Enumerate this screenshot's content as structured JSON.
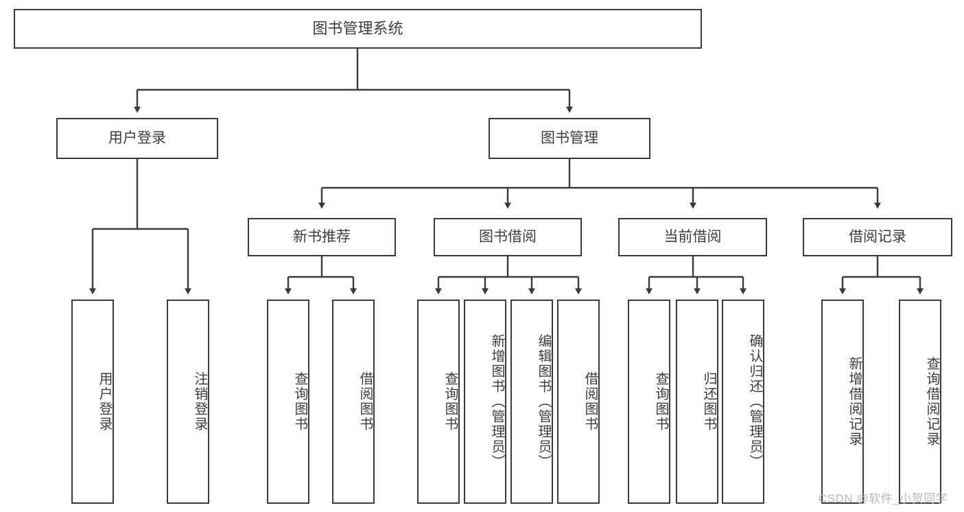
{
  "diagram": {
    "title": "图书管理系统",
    "type": "tree-hierarchy-diagram",
    "colors": {
      "stroke": "#3a3a3a",
      "text": "#3d3d3d",
      "background": "#ffffff",
      "watermark": "#b9b9b9"
    },
    "root": {
      "label": "图书管理系统"
    },
    "level1": [
      {
        "label": "用户登录"
      },
      {
        "label": "图书管理"
      }
    ],
    "level2": [
      {
        "label": "新书推荐"
      },
      {
        "label": "图书借阅"
      },
      {
        "label": "当前借阅"
      },
      {
        "label": "借阅记录"
      }
    ],
    "leaves": {
      "user_login": [
        {
          "label": "用户登录"
        },
        {
          "label": "注销登录"
        }
      ],
      "new_book_recommend": [
        {
          "label": "查询图书"
        },
        {
          "label": "借阅图书"
        }
      ],
      "book_borrow": [
        {
          "label": "查询图书"
        },
        {
          "label": "新增图书（管理员）"
        },
        {
          "label": "编辑图书（管理员）"
        },
        {
          "label": "借阅图书"
        }
      ],
      "current_borrow": [
        {
          "label": "查询图书"
        },
        {
          "label": "归还图书"
        },
        {
          "label": "确认归还（管理员）"
        }
      ],
      "borrow_record": [
        {
          "label": "新增借阅记录"
        },
        {
          "label": "查询借阅记录"
        }
      ]
    },
    "watermark": "CSDN @软件_小贺同学"
  }
}
